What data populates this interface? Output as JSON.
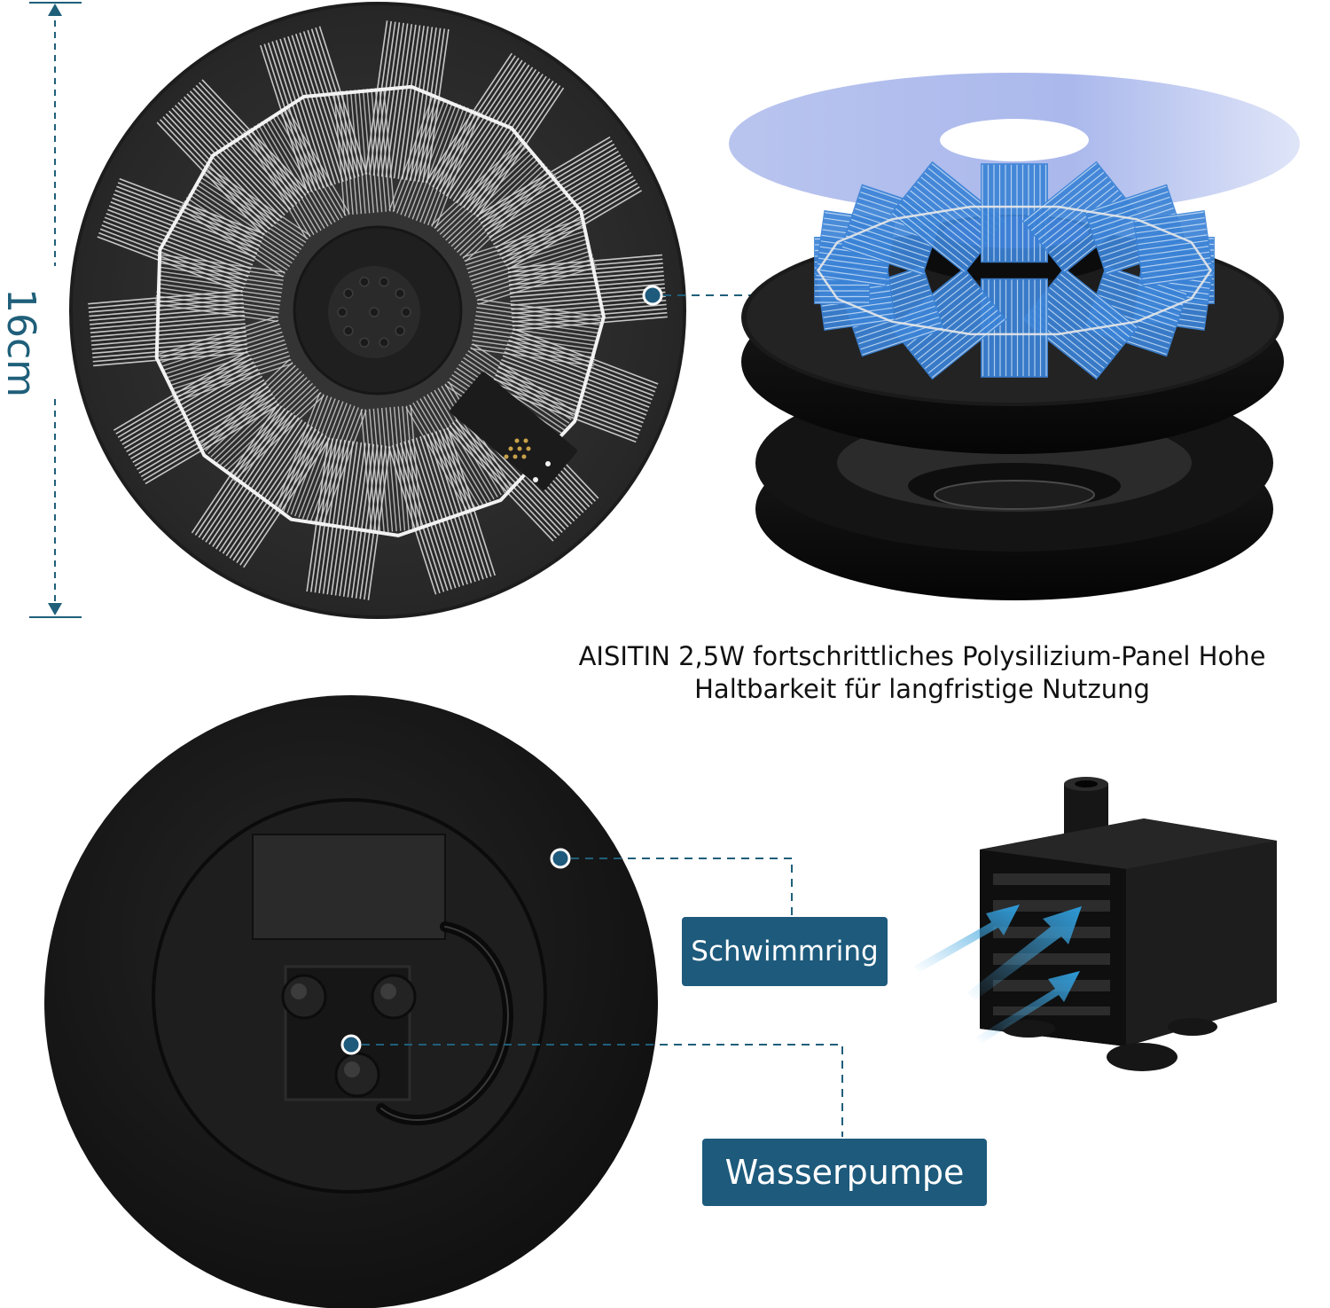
{
  "dimension": {
    "label": "16cm"
  },
  "caption": {
    "line1": "AISITIN 2,5W fortschrittliches Polysilizium-Panel Hohe",
    "line2": "Haltbarkeit für langfristige Nutzung"
  },
  "labels": {
    "float_ring": "Schwimmring",
    "water_pump": "Wasserpumpe"
  },
  "colors": {
    "accent": "#1d5a7c",
    "dimension_line": "#1f5f7a",
    "panel_dark": "#2d2d2d",
    "cell_blue": "#3b82d6"
  }
}
